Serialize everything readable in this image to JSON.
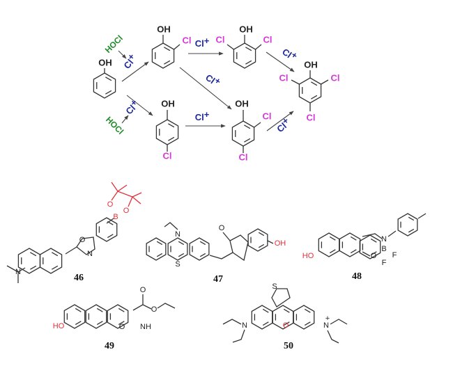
{
  "scheme": {
    "reagent": "HOCl",
    "electrophile": {
      "symbol": "Cl",
      "charge": "+"
    },
    "hydroxyl": "OH",
    "chloro": "Cl"
  },
  "atoms": {
    "O": "O",
    "N": "N",
    "B": "B",
    "S": "S",
    "F": "F",
    "HO": "HO",
    "OH": "OH",
    "NH": "NH",
    "plus": "+"
  },
  "compounds": [
    {
      "number": "46"
    },
    {
      "number": "47"
    },
    {
      "number": "48"
    },
    {
      "number": "49"
    },
    {
      "number": "50"
    }
  ],
  "colors": {
    "chlorine": "#d63ad6",
    "reagent": "#1f8a2a",
    "electrophile": "#1e2a9a",
    "highlight": "#e0303a"
  }
}
